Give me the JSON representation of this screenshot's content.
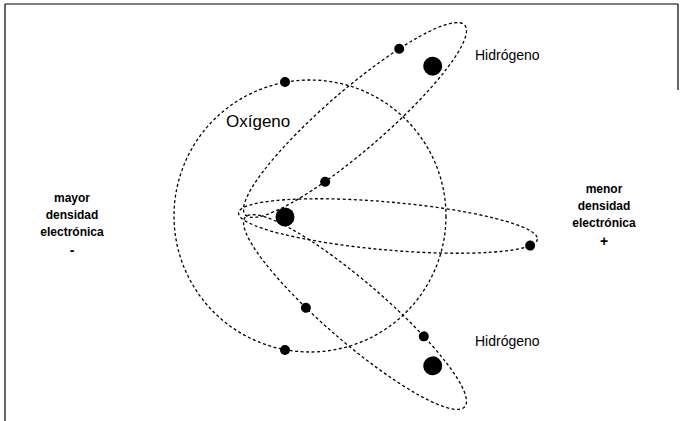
{
  "diagram": {
    "labels": [
      "Hidrógeno",
      "Oxígeno",
      "mayor densidad electrónica",
      "-",
      "menor densidad electrónica",
      "+",
      "Hidrógeno"
    ]
  }
}
